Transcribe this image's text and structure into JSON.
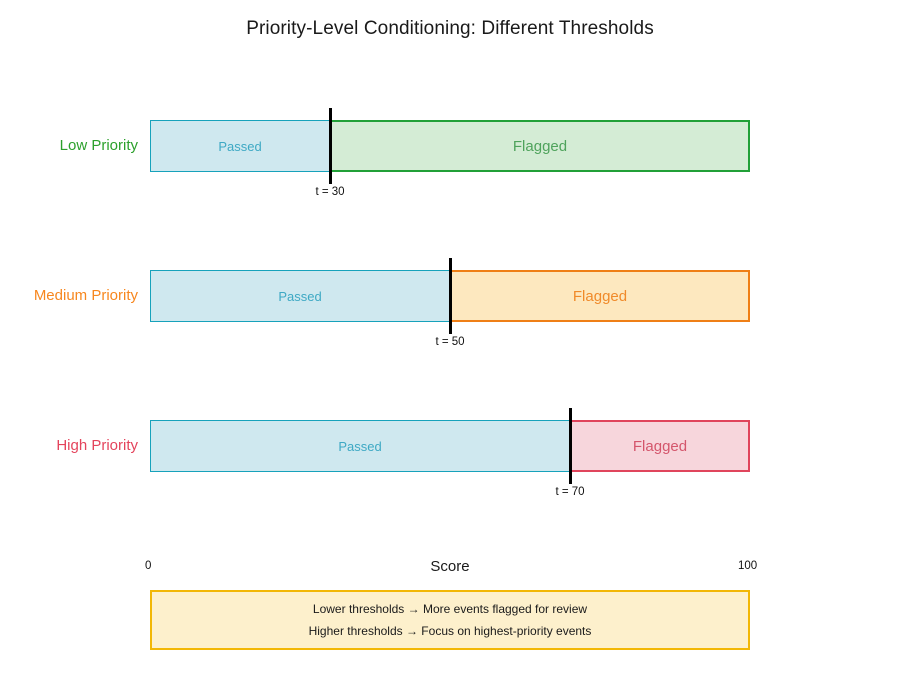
{
  "chart_data": {
    "type": "bar",
    "title": "Priority-Level Conditioning: Different Thresholds",
    "xlabel": "Score",
    "ylabel": "",
    "xlim": [
      0,
      100
    ],
    "xticks": [
      "0",
      "100"
    ],
    "grid": false,
    "legend": "none",
    "segment_labels": {
      "passed": "Passed",
      "flagged": "Flagged"
    },
    "rows": [
      {
        "category": "Low Priority",
        "threshold": 30,
        "threshold_label": "t = 30",
        "passed_range": [
          0,
          30
        ],
        "flagged_range": [
          30,
          100
        ],
        "passed_label": "Passed",
        "flagged_label": "Flagged",
        "label_color": "#2ca02c",
        "flagged_fill": "#d4ecd5",
        "flagged_border": "#21a038",
        "flagged_text_color": "#4fa35c"
      },
      {
        "category": "Medium Priority",
        "threshold": 50,
        "threshold_label": "t = 50",
        "passed_range": [
          0,
          50
        ],
        "flagged_range": [
          50,
          100
        ],
        "passed_label": "Passed",
        "flagged_label": "Flagged",
        "label_color": "#f7871f",
        "flagged_fill": "#fde8bf",
        "flagged_border": "#ef7f16",
        "flagged_text_color": "#f08a2a"
      },
      {
        "category": "High Priority",
        "threshold": 70,
        "threshold_label": "t = 70",
        "passed_range": [
          0,
          70
        ],
        "flagged_range": [
          70,
          100
        ],
        "passed_label": "Passed",
        "flagged_label": "Flagged",
        "label_color": "#e4445c",
        "flagged_fill": "#f7d6dc",
        "flagged_border": "#e0455c",
        "flagged_text_color": "#d4566c"
      }
    ],
    "passed_fill": "#cfe8ef",
    "passed_border": "#17a2bb",
    "passed_text_color": "#3ea9c4",
    "annotation": {
      "lines": [
        "Lower thresholds → More events flagged for review",
        "Higher thresholds → Focus on highest-priority events"
      ],
      "fill": "#fdf0cc",
      "border": "#f2b705"
    }
  },
  "title": "Priority-Level Conditioning: Different Thresholds",
  "axis": {
    "min_tick": "0",
    "max_tick": "100",
    "title": "Score"
  },
  "rows": [
    {
      "label": "Low Priority",
      "passed": "Passed",
      "flagged": "Flagged",
      "threshold_label": "t = 30"
    },
    {
      "label": "Medium Priority",
      "passed": "Passed",
      "flagged": "Flagged",
      "threshold_label": "t = 50"
    },
    {
      "label": "High Priority",
      "passed": "Passed",
      "flagged": "Flagged",
      "threshold_label": "t = 70"
    }
  ],
  "annotation": {
    "line1": "Lower thresholds → More events flagged for review",
    "line2": "Higher thresholds → Focus on highest-priority events"
  }
}
